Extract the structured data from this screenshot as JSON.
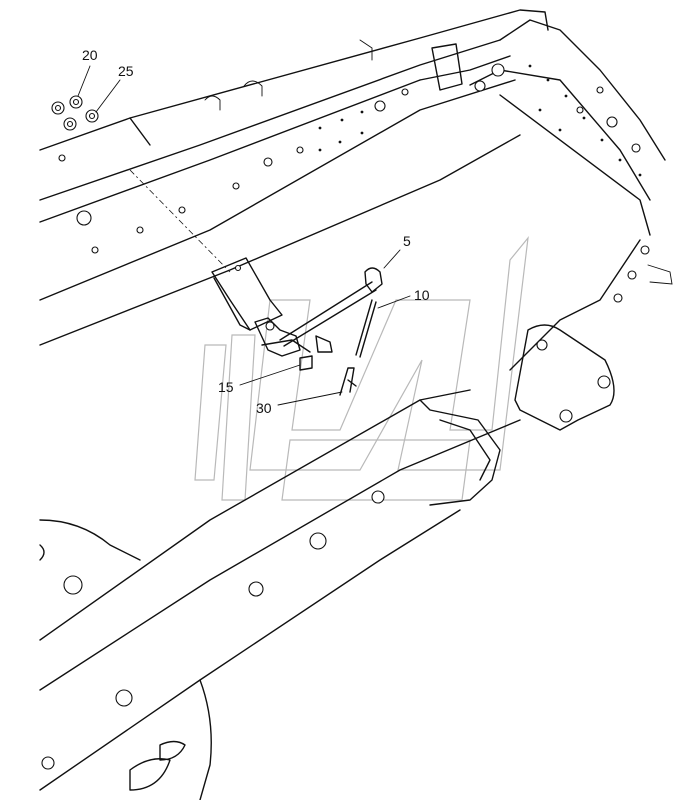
{
  "callouts": {
    "c20": "20",
    "c25": "25",
    "c5": "5",
    "c10": "10",
    "c15": "15",
    "c30": "30"
  }
}
